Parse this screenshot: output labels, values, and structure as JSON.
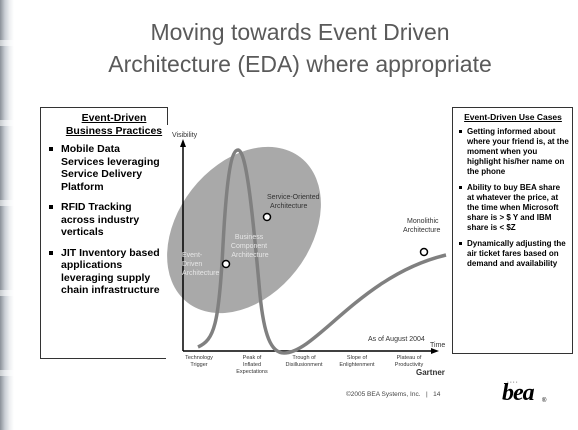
{
  "slide": {
    "title_line1": "Moving towards Event Driven",
    "title_line2": "Architecture (EDA) where appropriate"
  },
  "left_box": {
    "heading": "Event-Driven Business Practices",
    "items": [
      "Mobile Data Services leveraging Service Delivery Platform",
      "RFID Tracking across industry verticals",
      "JIT Inventory based applications leveraging supply chain infrastructure"
    ]
  },
  "right_box": {
    "heading": "Event-Driven Use Cases",
    "items": [
      "Getting informed about where your friend is, at the moment when you highlight his/her name on the phone",
      "Ability to buy BEA share at whatever the price, at the time when Microsoft share is > $ Y and IBM share is < $Z",
      "Dynamically adjusting the air ticket fares based on demand and availability"
    ]
  },
  "chart_data": {
    "type": "line",
    "ylabel": "Visibility",
    "xlabel": "Time",
    "annotation": "As of August 2004",
    "source": "Gartner",
    "ellipse_label": [
      "Business",
      "Component",
      "Architecture"
    ],
    "phases": [
      [
        "Technology",
        "Trigger"
      ],
      [
        "Peak of",
        "Inflated",
        "Expectations"
      ],
      [
        "Trough of",
        "Disillusionment"
      ],
      [
        "Slope of",
        "Enlightenment"
      ],
      [
        "Plateau of",
        "Productivity"
      ]
    ],
    "points": [
      {
        "label": [
          "Event-",
          "Driven",
          "Architecture"
        ]
      },
      {
        "label": [
          "Service-Oriented",
          "Architecture"
        ]
      },
      {
        "label": [
          "Monolithic",
          "Architecture"
        ]
      }
    ]
  },
  "footer": {
    "copyright": "©2005 BEA Systems, Inc.",
    "page": "14",
    "logo": "bea",
    "registered": "®"
  }
}
